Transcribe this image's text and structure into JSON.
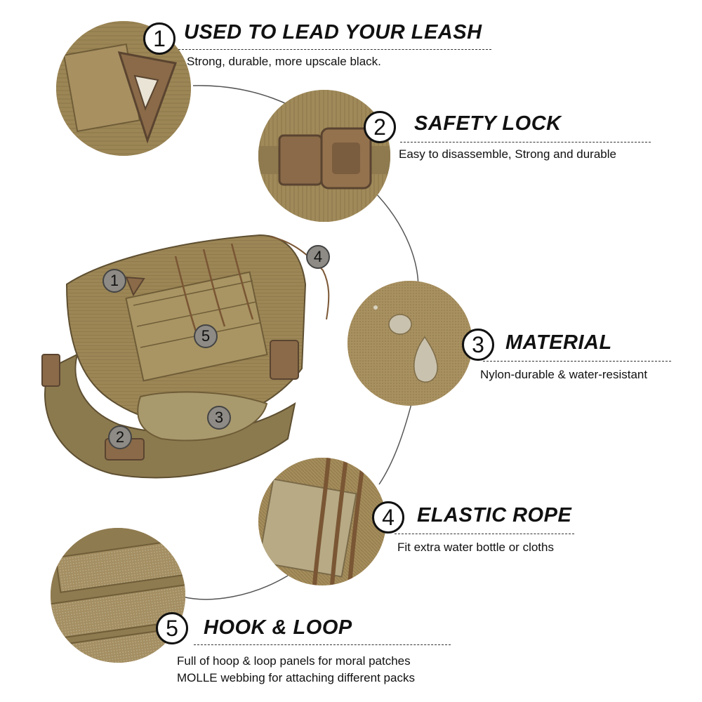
{
  "features": [
    {
      "number": "1",
      "title": "USED TO LEAD YOUR LEASH",
      "description": "Strong, durable, more upscale black."
    },
    {
      "number": "2",
      "title": "SAFETY LOCK",
      "description": "Easy to disassemble, Strong and durable"
    },
    {
      "number": "3",
      "title": "MATERIAL",
      "description": "Nylon-durable & water-resistant"
    },
    {
      "number": "4",
      "title": "ELASTIC ROPE",
      "description": "Fit extra water bottle or cloths"
    },
    {
      "number": "5",
      "title": "HOOK & LOOP",
      "description_lines": [
        "Full of hoop & loop panels for moral patches",
        "MOLLE webbing for attaching different packs"
      ]
    }
  ],
  "harness_markers": [
    "1",
    "2",
    "3",
    "4",
    "5"
  ],
  "colors": {
    "fabric": "#9c8656",
    "fabric_dark": "#6f5d38",
    "buckle": "#8a6a48",
    "text": "#111111"
  }
}
